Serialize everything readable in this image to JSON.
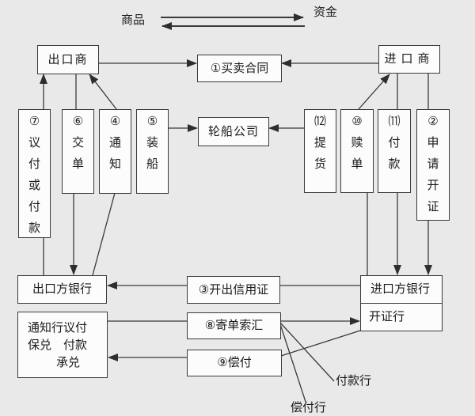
{
  "legend": {
    "goods_label": "商品",
    "funds_label": "资金"
  },
  "nodes": {
    "exporter": "出口商",
    "importer": "进口商",
    "contract": "①买卖合同",
    "shipping_company": "轮船公司",
    "negotiation_or_payment": "⑦议付或付款",
    "present_documents": "⑥交单",
    "advice": "④通知",
    "shipment": "⑤装船",
    "take_delivery": "⑿提货",
    "redeem_documents": "⑩赎单",
    "payment": "⑾付款",
    "apply_for_lc": "②申请开证",
    "exporter_bank": "出口方银行",
    "advising_bank": {
      "line1": "通知行议付",
      "line2": "保兑　付款",
      "line3": "承兑"
    },
    "issue_lc": "③开出信用证",
    "send_documents_claim": "⑧寄单索汇",
    "reimbursement": "⑨偿付",
    "importer_bank": "进口方银行",
    "issuing_bank": "开证行",
    "paying_bank": "付款行",
    "reimbursing_bank": "偿付行"
  },
  "colors": {
    "background": "#e9e9e9",
    "box_fill": "#fcfcfc",
    "line": "#3a3a3a",
    "text": "#1a1a1a"
  }
}
